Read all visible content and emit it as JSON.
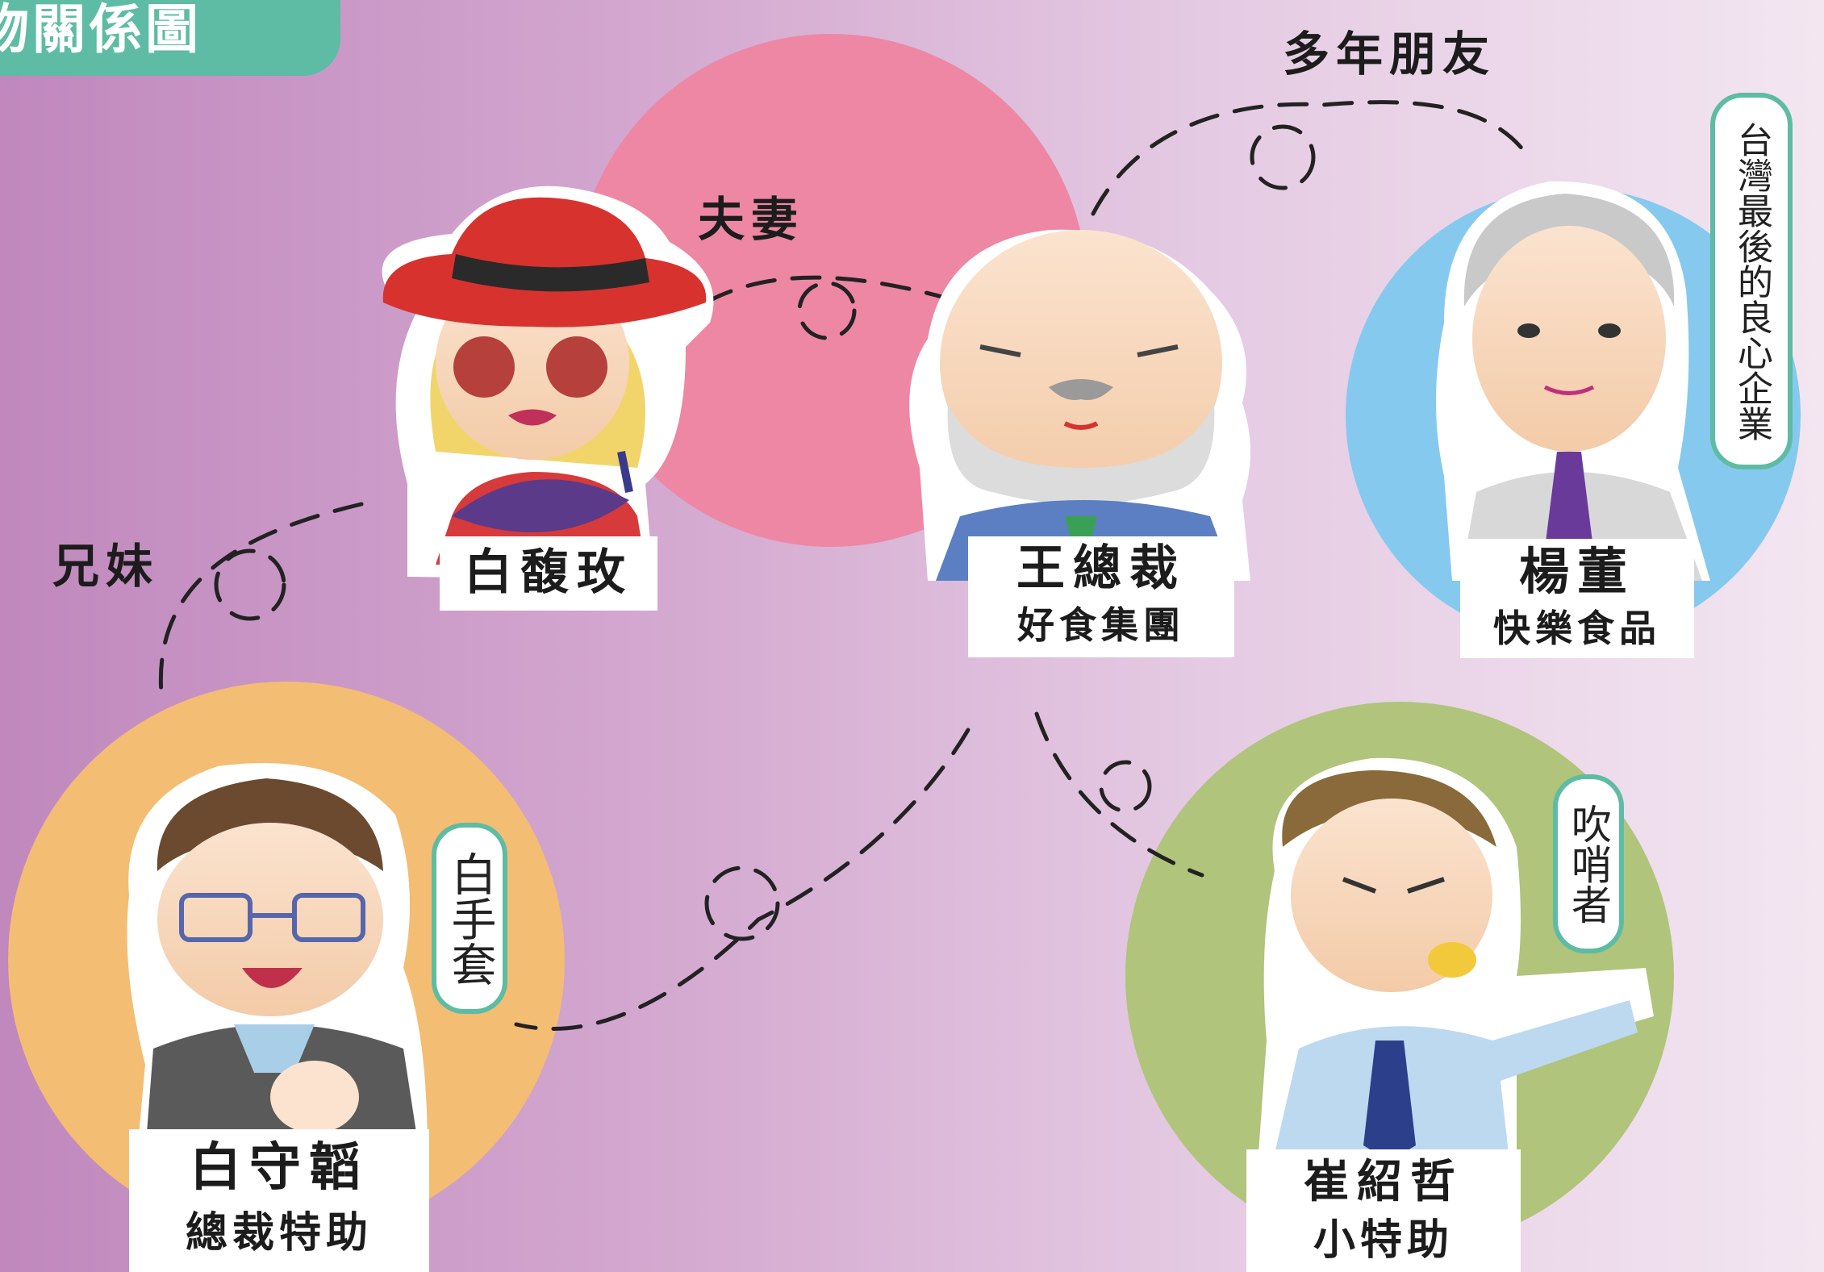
{
  "title": "物關係圖",
  "relations": {
    "couple": "夫妻",
    "friends": "多年朋友",
    "siblings": "兄妹"
  },
  "people": [
    {
      "id": "bai-fumei",
      "name": "白馥玫",
      "role": ""
    },
    {
      "id": "wang-zongcai",
      "name": "王總裁",
      "role": "好食集團"
    },
    {
      "id": "yang-dong",
      "name": "楊董",
      "role": "快樂食品"
    },
    {
      "id": "bai-shoutao",
      "name": "白守韜",
      "role": "總裁特助"
    },
    {
      "id": "cui-shaozhe",
      "name": "崔紹哲",
      "role": "小特助"
    }
  ],
  "badges": {
    "yang": "台灣最後的良心企業",
    "bai_shoutao": "白手套",
    "cui": "吹哨者"
  },
  "colors": {
    "title_tag": "#5dbca3",
    "circle_pink": "#ed87a4",
    "circle_blue": "#86c9ee",
    "circle_orange": "#f4bd74",
    "circle_green": "#b0c47c",
    "badge_border": "#5dbca3"
  }
}
